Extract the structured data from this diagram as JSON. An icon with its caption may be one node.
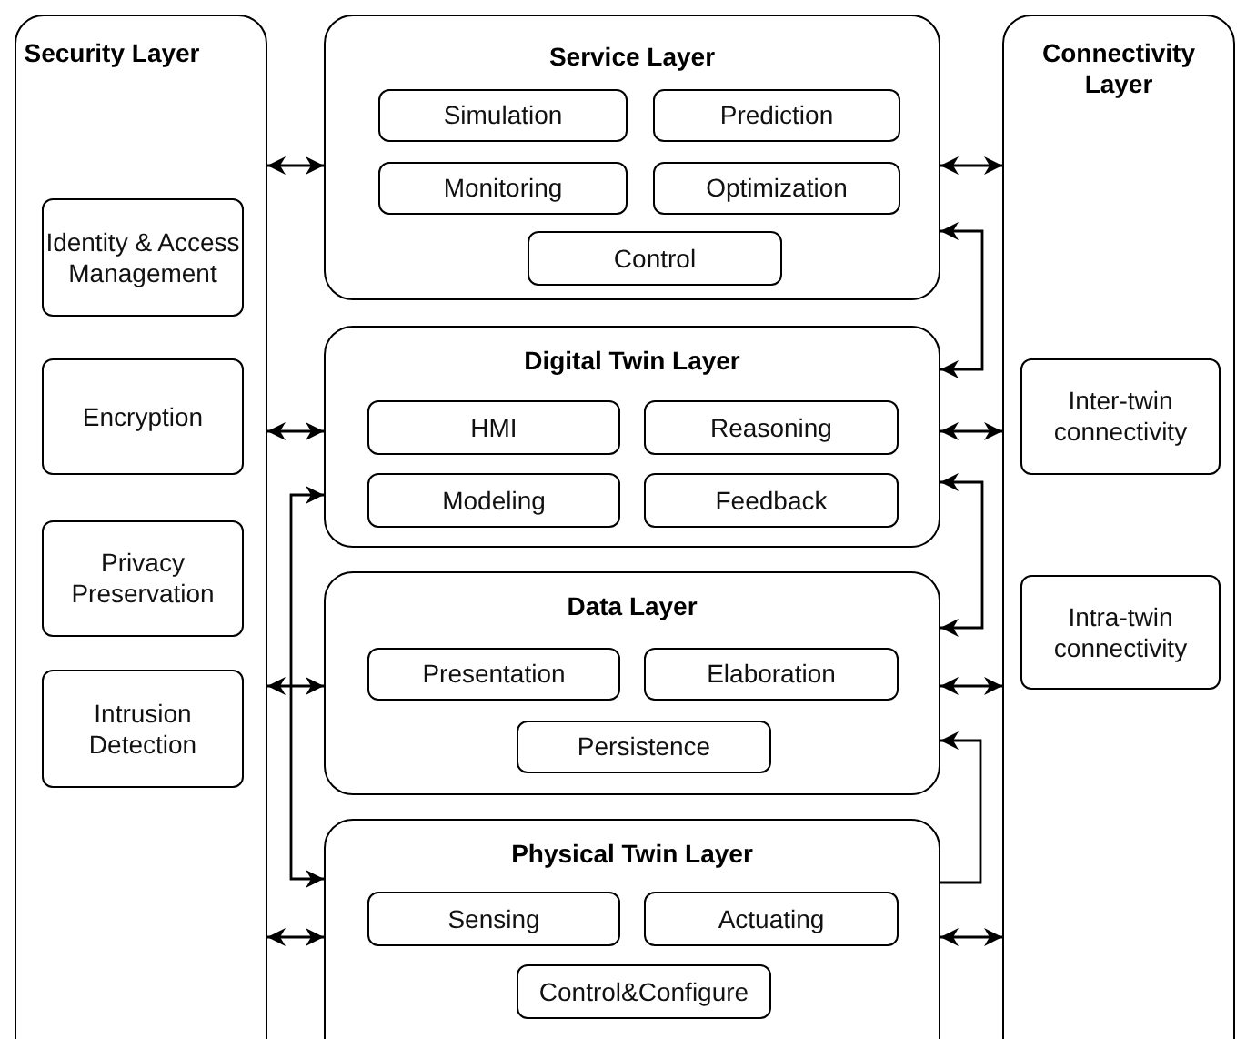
{
  "diagram": {
    "nodes": [
      {
        "text": [
          "Security Layer"
        ]
      },
      {
        "text": [
          "Identity & Access Management"
        ],
        "in": 0
      },
      {
        "text": [
          "Encryption"
        ],
        "in": 0
      },
      {
        "text": [
          "Privacy Preservation"
        ],
        "in": 0
      },
      {
        "text": [
          "Intrusion Detection"
        ],
        "in": 0
      },
      {
        "text": [
          "Service Layer"
        ]
      },
      {
        "text": [
          "Simulation"
        ],
        "in": 5
      },
      {
        "text": [
          "Prediction"
        ],
        "in": 5
      },
      {
        "text": [
          "Monitoring"
        ],
        "in": 5
      },
      {
        "text": [
          "Optimization"
        ],
        "in": 5
      },
      {
        "text": [
          "Control"
        ],
        "in": 5
      },
      {
        "text": [
          "Digital Twin Layer"
        ]
      },
      {
        "text": [
          "HMI"
        ],
        "in": 11
      },
      {
        "text": [
          "Reasoning"
        ],
        "in": 11
      },
      {
        "text": [
          "Modeling"
        ],
        "in": 11
      },
      {
        "text": [
          "Feedback"
        ],
        "in": 11
      },
      {
        "text": [
          "Data Layer"
        ]
      },
      {
        "text": [
          "Presentation"
        ],
        "in": 16
      },
      {
        "text": [
          "Elaboration"
        ],
        "in": 16
      },
      {
        "text": [
          "Persistence"
        ],
        "in": 16
      },
      {
        "text": [
          "Physical Twin Layer"
        ]
      },
      {
        "text": [
          "Sensing"
        ],
        "in": 20
      },
      {
        "text": [
          "Actuating"
        ],
        "in": 20
      },
      {
        "text": [
          "Control&Configure"
        ],
        "in": 20
      },
      {
        "text": [
          "Connectivity Layer"
        ]
      },
      {
        "text": [
          "Inter-twin connectivity"
        ],
        "in": 24
      },
      {
        "text": [
          "Intra-twin connectivity"
        ],
        "in": 24
      }
    ],
    "edges": [
      {
        "from": 0,
        "to": 5,
        "arrow": "both"
      },
      {
        "from": 0,
        "to": 11,
        "arrow": "both"
      },
      {
        "from": 0,
        "to": 16,
        "arrow": "both"
      },
      {
        "from": 0,
        "to": 20,
        "arrow": "both"
      },
      {
        "from": 5,
        "to": 24,
        "arrow": "both"
      },
      {
        "from": 11,
        "to": 24,
        "arrow": "both"
      },
      {
        "from": 16,
        "to": 24,
        "arrow": "both"
      },
      {
        "from": 20,
        "to": 24,
        "arrow": "both"
      },
      {
        "from": 5,
        "to": 11,
        "arrow": "both"
      },
      {
        "from": 11,
        "to": 16,
        "arrow": "both"
      },
      {
        "from": 20,
        "to": 16,
        "arrow": "to"
      },
      {
        "from": 11,
        "to": 20,
        "arrow": "both"
      }
    ]
  }
}
